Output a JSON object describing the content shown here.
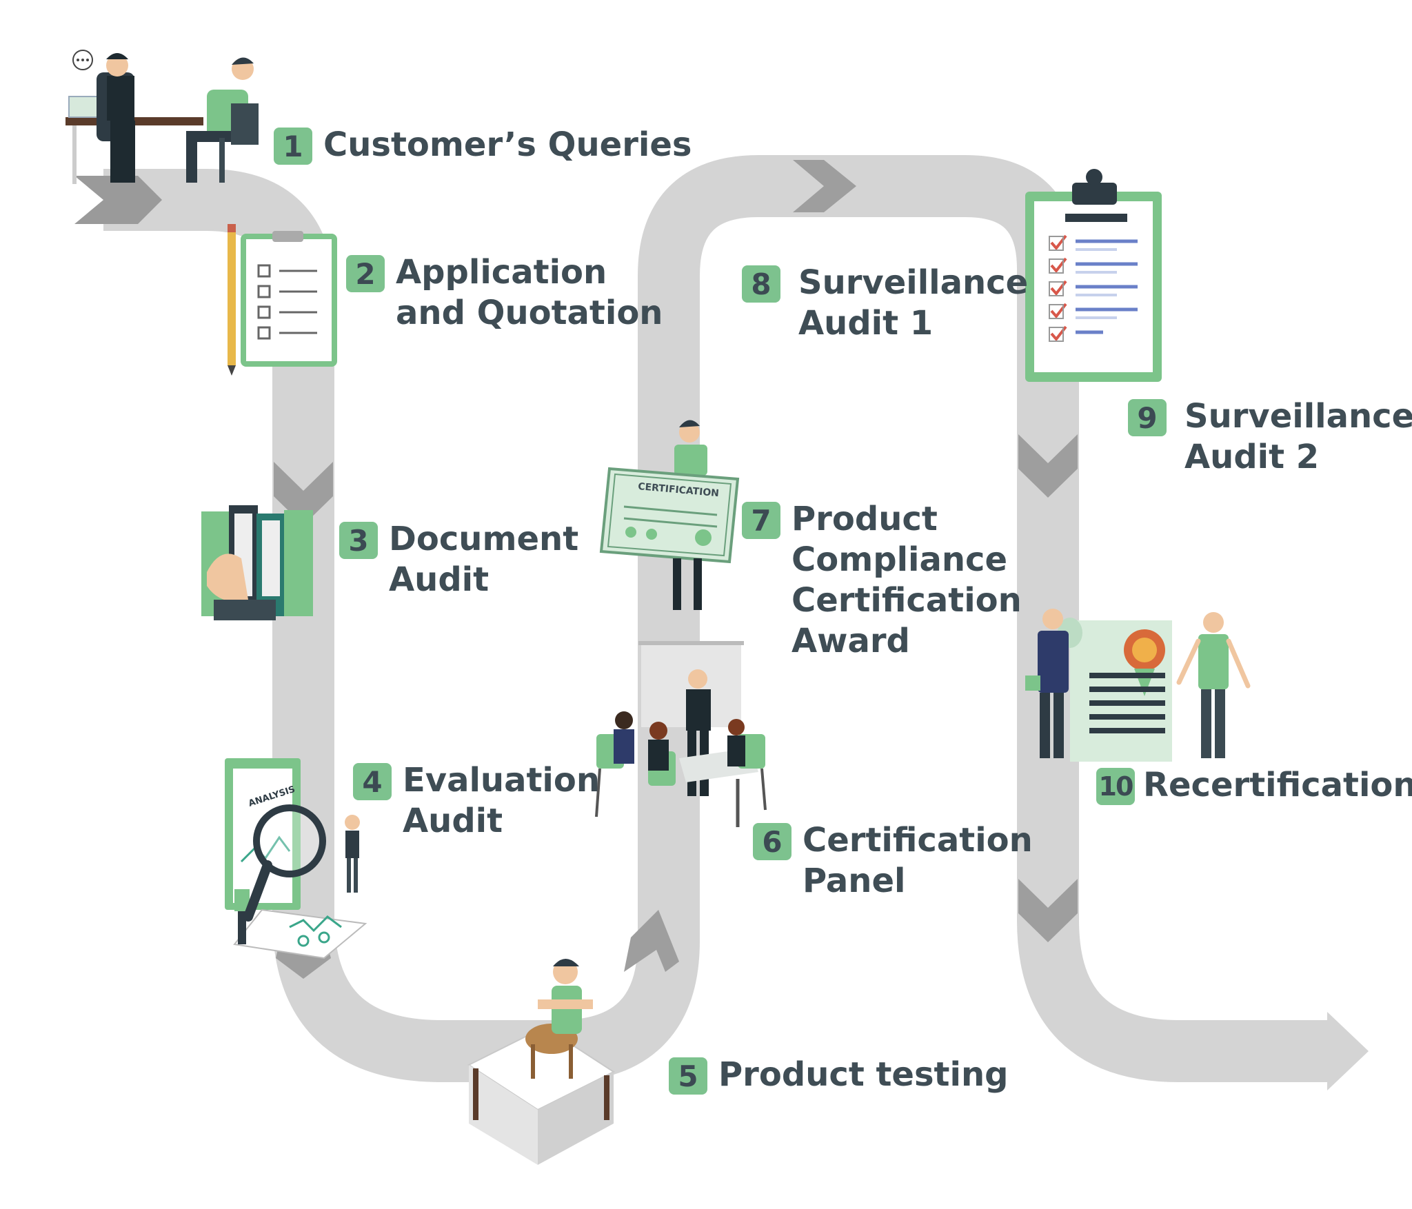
{
  "colors": {
    "path": "#d3d3d3",
    "chevron": "#9e9e9e",
    "badge": "#7dc28e",
    "text": "#3f4d55",
    "accent_green": "#7cc48a",
    "dark": "#2e3b44",
    "skin": "#f0c6a0"
  },
  "steps": [
    {
      "number": "1",
      "lines": [
        "Customer’s Queries"
      ]
    },
    {
      "number": "2",
      "lines": [
        "Application",
        "and Quotation"
      ]
    },
    {
      "number": "3",
      "lines": [
        "Document",
        "Audit"
      ]
    },
    {
      "number": "4",
      "lines": [
        "Evaluation",
        "Audit"
      ]
    },
    {
      "number": "5",
      "lines": [
        "Product testing"
      ]
    },
    {
      "number": "6",
      "lines": [
        "Certification",
        "Panel"
      ]
    },
    {
      "number": "7",
      "lines": [
        "Product",
        "Compliance",
        "Certification",
        "Award"
      ]
    },
    {
      "number": "8",
      "lines": [
        "Surveillance",
        "Audit 1"
      ]
    },
    {
      "number": "9",
      "lines": [
        "Surveillance",
        "Audit 2"
      ]
    },
    {
      "number": "10",
      "lines": [
        "Recertification"
      ]
    }
  ],
  "illustrations": {
    "evaluation_clipboard_text": "ANALYSIS",
    "award_certificate_text": "CERTIFICATION"
  },
  "icons": [
    "meeting-illustration",
    "chat-bubble-icon",
    "checklist-clipboard-icon",
    "pencil-icon",
    "binders-illustration",
    "analysis-illustration",
    "magnifier-icon",
    "product-testing-illustration",
    "panel-meeting-illustration",
    "certificate-award-illustration",
    "audit-clipboard-icon",
    "recertification-illustration",
    "chevron-icon"
  ]
}
